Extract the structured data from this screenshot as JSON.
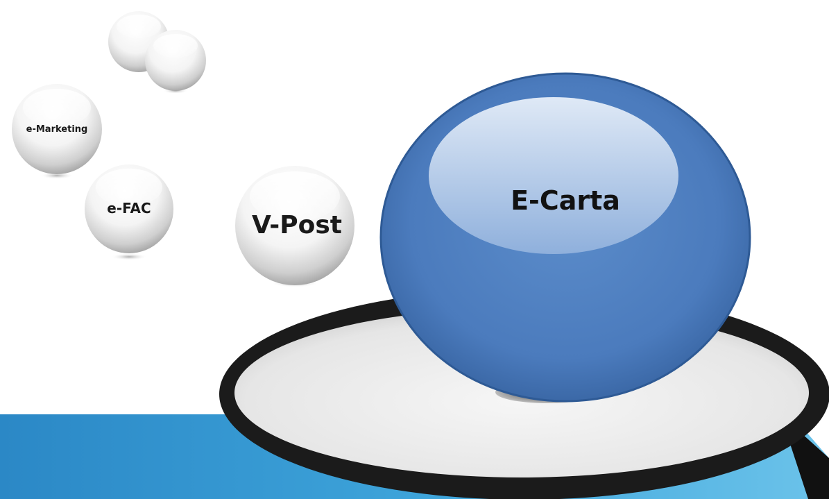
{
  "diagram": {
    "main_sphere": {
      "label": "E-Carta",
      "color": "#4f7fc0"
    },
    "bubbles": [
      {
        "label": "V-Post"
      },
      {
        "label": "e-FAC"
      },
      {
        "label": "e-Marketing"
      },
      {
        "label": ""
      },
      {
        "label": ""
      }
    ],
    "platform": {
      "rim_color": "#1b1b1b",
      "surface_color": "#ececec"
    },
    "banner": {
      "color": "#2f8fc8"
    }
  }
}
